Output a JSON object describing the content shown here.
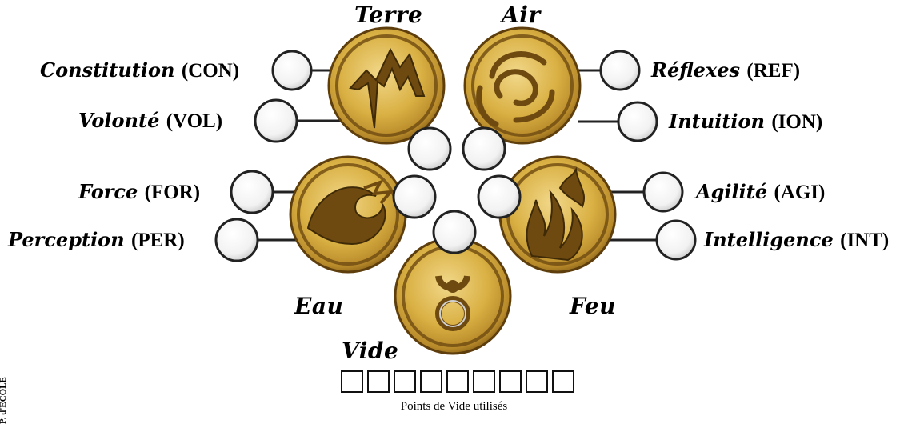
{
  "elements": {
    "terre": "Terre",
    "air": "Air",
    "eau": "Eau",
    "feu": "Feu",
    "vide": "Vide"
  },
  "traits": {
    "constitution": {
      "name": "Constitution",
      "abbr": "(CON)"
    },
    "volonte": {
      "name": "Volonté",
      "abbr": "(VOL)"
    },
    "reflexes": {
      "name": "Réflexes",
      "abbr": "(REF)"
    },
    "intuition": {
      "name": "Intuition",
      "abbr": "(ION)"
    },
    "force": {
      "name": "Force",
      "abbr": "(FOR)"
    },
    "perception": {
      "name": "Perception",
      "abbr": "(PER)"
    },
    "agilite": {
      "name": "Agilité",
      "abbr": "(AGI)"
    },
    "intelligence": {
      "name": "Intelligence",
      "abbr": "(INT)"
    }
  },
  "void_points": {
    "caption": "Points de Vide utilisés",
    "box_count": 9
  },
  "side_text": "P. d'ÉCOLE",
  "colors": {
    "medallion_gold": "#d9b043",
    "medallion_dark": "#6e4a10",
    "circle_stroke": "#222222",
    "circle_fill": "#f4f4f4"
  },
  "icons": {
    "terre": "mountain-icon",
    "air": "swirl-wind-icon",
    "eau": "wave-icon",
    "feu": "flame-icon",
    "vide": "void-symbol-icon"
  }
}
